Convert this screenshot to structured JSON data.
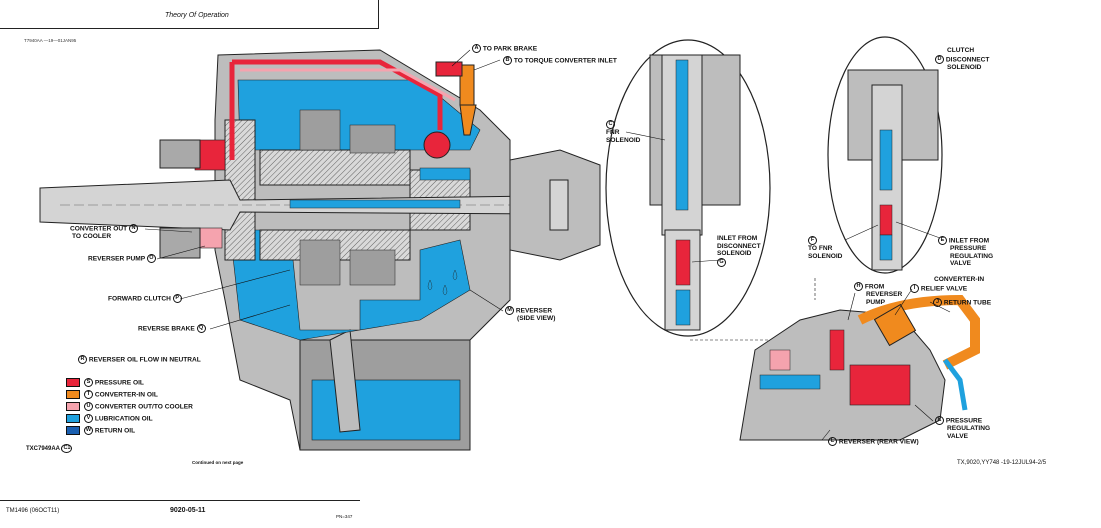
{
  "header": {
    "title": "Theory Of Operation"
  },
  "figure_ids": {
    "top_left": "T7940AA —19—01JAN95"
  },
  "callouts": {
    "A": {
      "letter": "A",
      "text": "TO PARK BRAKE"
    },
    "B": {
      "letter": "B",
      "text": "TO TORQUE CONVERTER INLET"
    },
    "C": {
      "letter": "C",
      "line1": "FNR",
      "line2": "SOLENOID"
    },
    "D": {
      "letter": "D",
      "line1": "CLUTCH",
      "line2": "DISCONNECT",
      "line3": "SOLENOID"
    },
    "N": {
      "letter": "N",
      "line1": "CONVERTER OUT",
      "line2": "TO COOLER"
    },
    "O": {
      "letter": "O",
      "text": "REVERSER PUMP"
    },
    "P": {
      "letter": "P",
      "text": "FORWARD CLUTCH"
    },
    "Q": {
      "letter": "Q",
      "text": "REVERSE BRAKE"
    },
    "M": {
      "letter": "M",
      "line1": "REVERSER",
      "line2": "(SIDE VIEW)"
    },
    "G": {
      "letter": "G",
      "line1": "INLET FROM",
      "line2": "DISCONNECT",
      "line3": "SOLENOID"
    },
    "F": {
      "letter": "F",
      "line1": "TO FNR",
      "line2": "SOLENOID"
    },
    "E": {
      "letter": "E",
      "line1": "INLET FROM",
      "line2": "PRESSURE",
      "line3": "REGULATING",
      "line4": "VALVE"
    },
    "H": {
      "letter": "H",
      "line1": "FROM",
      "line2": "REVERSER",
      "line3": "PUMP"
    },
    "I": {
      "letter": "I",
      "line1": "CONVERTER-IN",
      "line2": "RELIEF VALVE"
    },
    "J": {
      "letter": "J",
      "text": "RETURN TUBE"
    },
    "K": {
      "letter": "K",
      "line1": "PRESSURE",
      "line2": "REGULATING",
      "line3": "VALVE"
    },
    "L": {
      "letter": "L",
      "text": "REVERSER (REAR VIEW)"
    },
    "R": {
      "letter": "R",
      "text": "REVERSER OIL FLOW IN NEUTRAL"
    }
  },
  "legend": [
    {
      "letter": "S",
      "label": "PRESSURE OIL",
      "color": "#e8253b"
    },
    {
      "letter": "T",
      "label": "CONVERTER-IN OIL",
      "color": "#f08a1e"
    },
    {
      "letter": "U",
      "label": "CONVERTER OUT/TO COOLER",
      "color": "#f5a3ae"
    },
    {
      "letter": "V",
      "label": "LUBRICATION OIL",
      "color": "#1fa1de"
    },
    {
      "letter": "W",
      "label": "RETURN OIL",
      "color": "#1a5fb0"
    }
  ],
  "figure_code": {
    "text": "TXC7949AA",
    "mark": "C1"
  },
  "continued": "Continued on next page",
  "figure_ref": "TX,9020,YY748 -19-12JUL94-2/5",
  "footer": {
    "manual": "TM1496 (06OCT11)",
    "page": "9020-05-11",
    "pn_small": "PN=347"
  }
}
